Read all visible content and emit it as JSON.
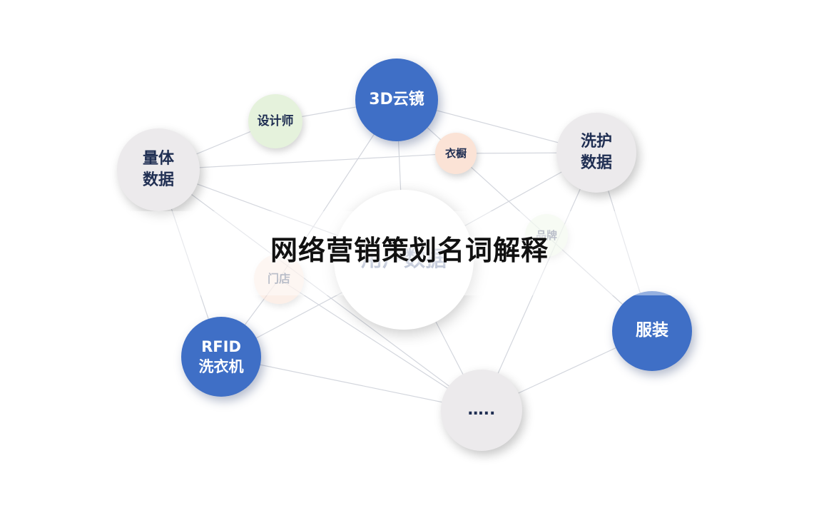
{
  "title": "网络营销策划名词解释",
  "nodes": {
    "cloud_mirror": "3D云镜",
    "designer": "设计师",
    "body_data": "量体\n数据",
    "wash_data": "洗护\n数据",
    "closet": "衣橱",
    "brand": "品牌",
    "store": "门店",
    "user_data": "用户数据",
    "rfid_washer": "RFID\n洗衣机",
    "clothing": "服装",
    "more": "….."
  },
  "colors": {
    "blue": "#3f6fc6",
    "gray": "#eceaec",
    "green": "#e5f2dc",
    "peach": "#fbe3d6",
    "text_dark": "#1f2e52",
    "edge": "#d3d6dd"
  }
}
